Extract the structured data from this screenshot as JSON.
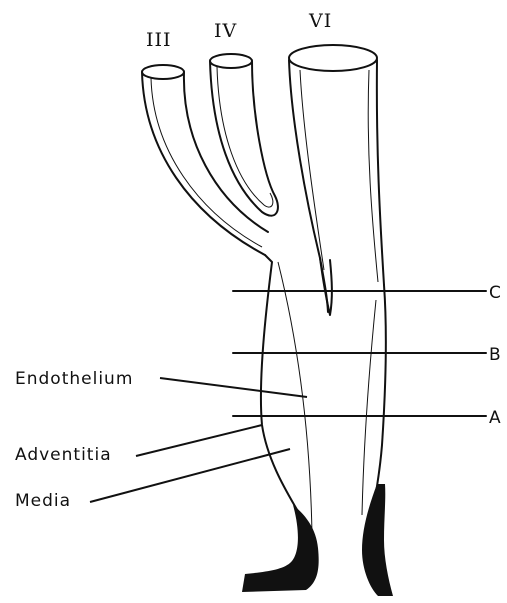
{
  "arch_labels": {
    "iii": "III",
    "iv": "IV",
    "vi": "VI"
  },
  "level_labels": {
    "c": "C",
    "b": "B",
    "a": "A"
  },
  "layer_labels": {
    "endothelium": "Endothelium",
    "adventitia": "Adventitia",
    "media": "Media"
  },
  "colors": {
    "ink": "#111111",
    "background": "#ffffff"
  }
}
